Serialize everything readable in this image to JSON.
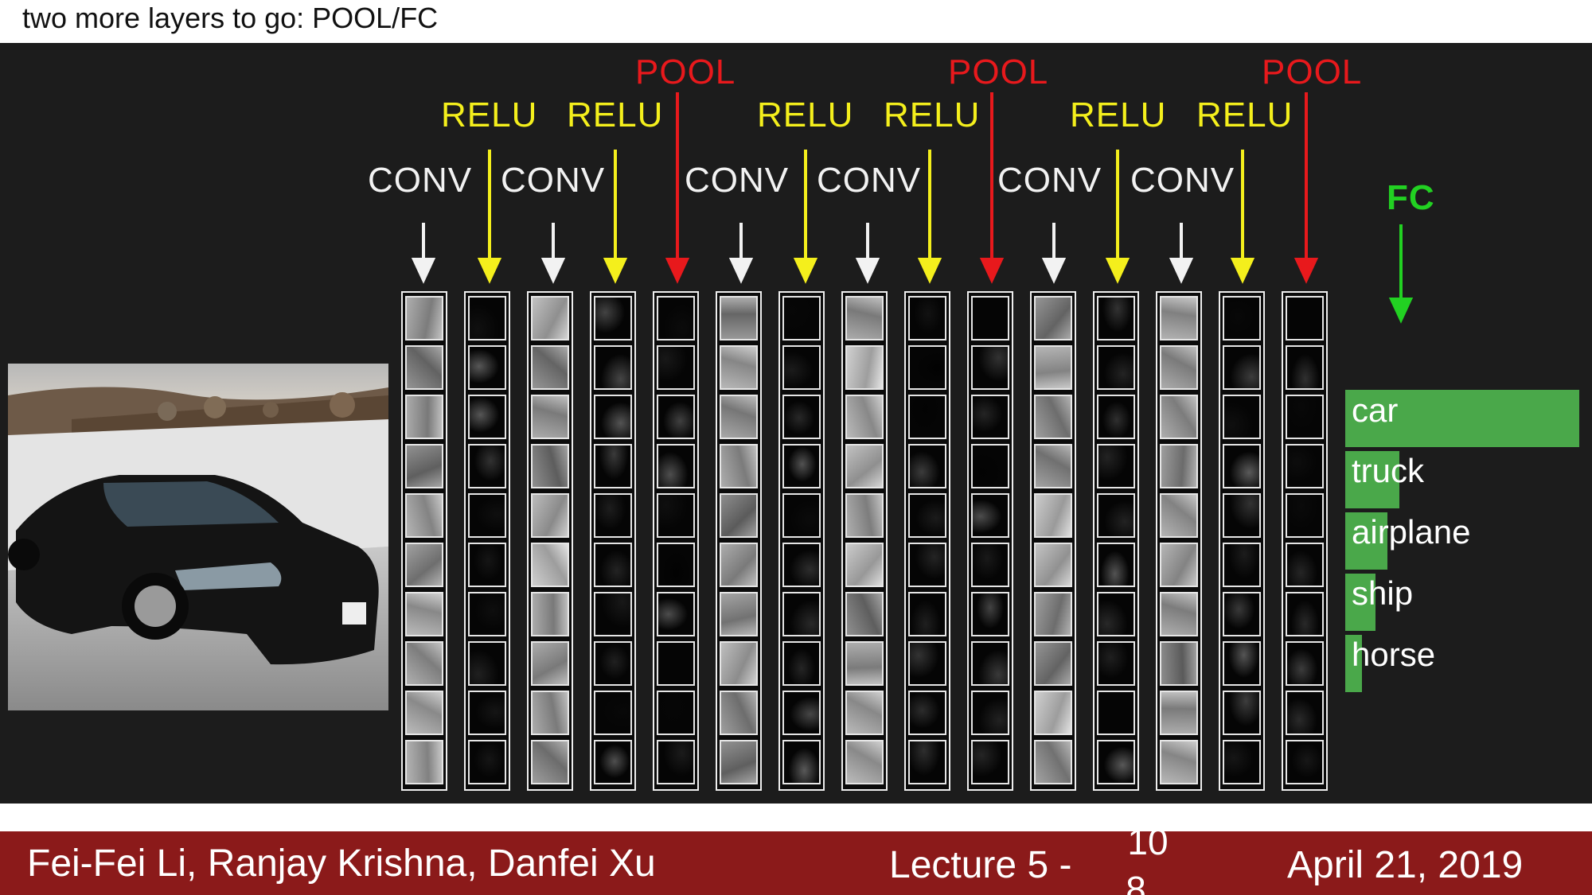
{
  "slide": {
    "title": "two more layers to go: POOL/FC"
  },
  "pipeline": {
    "layers": [
      "CONV",
      "RELU",
      "CONV",
      "RELU",
      "POOL",
      "CONV",
      "RELU",
      "CONV",
      "RELU",
      "POOL",
      "CONV",
      "RELU",
      "CONV",
      "RELU",
      "POOL",
      "FC"
    ],
    "colors": {
      "CONV": "#f2f2f2",
      "RELU": "#f4ef1c",
      "POOL": "#e8191c",
      "FC": "#22d122"
    }
  },
  "classes": [
    {
      "label": "car",
      "score": 1.0
    },
    {
      "label": "truck",
      "score": 0.23
    },
    {
      "label": "airplane",
      "score": 0.18
    },
    {
      "label": "ship",
      "score": 0.13
    },
    {
      "label": "horse",
      "score": 0.07
    }
  ],
  "footer": {
    "authors": "Fei-Fei Li, Ranjay Krishna, Danfei Xu",
    "lecture": "Lecture 5 -",
    "page_top": "10",
    "page_bottom": "8",
    "date": "April 21, 2019"
  }
}
